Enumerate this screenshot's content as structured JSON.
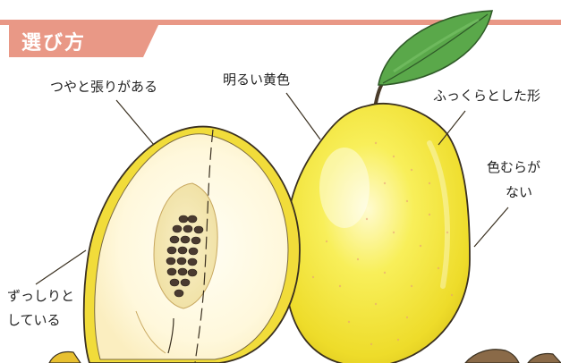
{
  "header": {
    "title": "選び方"
  },
  "labels": {
    "glossy": "つやと張りがある",
    "bright_yellow": "明るい黄色",
    "plump_shape": "ふっくらとした形",
    "even_color_line1": "色むらが",
    "even_color_line2": "ない",
    "heavy_line1": "ずっしりと",
    "heavy_line2": "している"
  },
  "colors": {
    "header_accent": "#e99886",
    "fruit_yellow": "#f4e63c",
    "fruit_flesh": "#fff9df",
    "seed_brown": "#4a3b30",
    "leaf_green": "#5aa84a"
  },
  "icons": {
    "fruit": "quince-illustration"
  }
}
